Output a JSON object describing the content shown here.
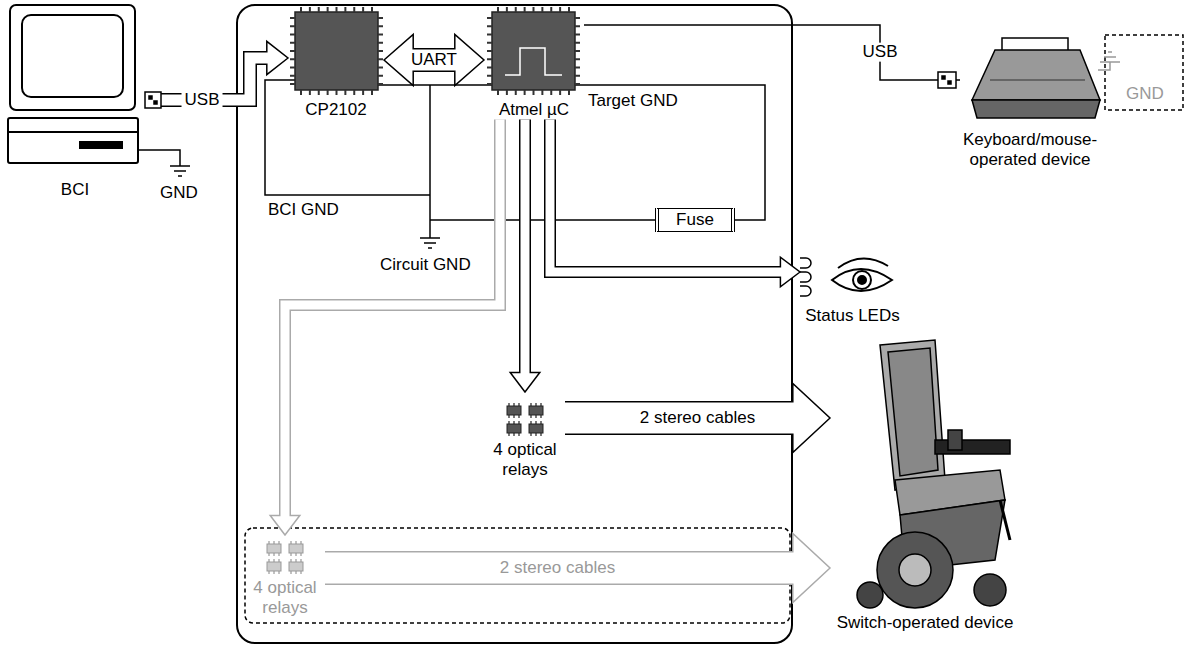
{
  "diagram": {
    "nodes": [
      {
        "text": [
          "BCI"
        ]
      },
      {
        "text": [
          "CP2102"
        ]
      },
      {
        "text": [
          "Atmel µC"
        ]
      },
      {
        "text": [
          "Fuse"
        ]
      },
      {
        "text": [
          "Keyboard/mouse-operated device"
        ]
      },
      {
        "text": [
          "Status LEDs"
        ]
      },
      {
        "text": [
          "4 optical relays"
        ]
      },
      {
        "text": [
          "4 optical relays"
        ]
      },
      {
        "text": [
          "Switch-operated device"
        ]
      }
    ],
    "edges": [
      {
        "from": 0,
        "to": 1,
        "label": "USB",
        "arrow": "to"
      },
      {
        "from": 1,
        "to": 2,
        "label": "UART",
        "arrow": "both"
      },
      {
        "from": 2,
        "to": 4,
        "label": "USB",
        "arrow": "none"
      },
      {
        "from": 2,
        "to": 5,
        "arrow": "to"
      },
      {
        "from": 2,
        "to": 6,
        "arrow": "to"
      },
      {
        "from": 2,
        "to": 7,
        "arrow": "to"
      },
      {
        "from": 6,
        "to": 8,
        "label": "2 stereo cables",
        "arrow": "to"
      },
      {
        "from": 7,
        "to": 8,
        "label": "2 stereo cables",
        "arrow": "to"
      }
    ],
    "labels": [
      "GND",
      "BCI GND",
      "Target GND",
      "Circuit GND",
      "GND"
    ]
  }
}
